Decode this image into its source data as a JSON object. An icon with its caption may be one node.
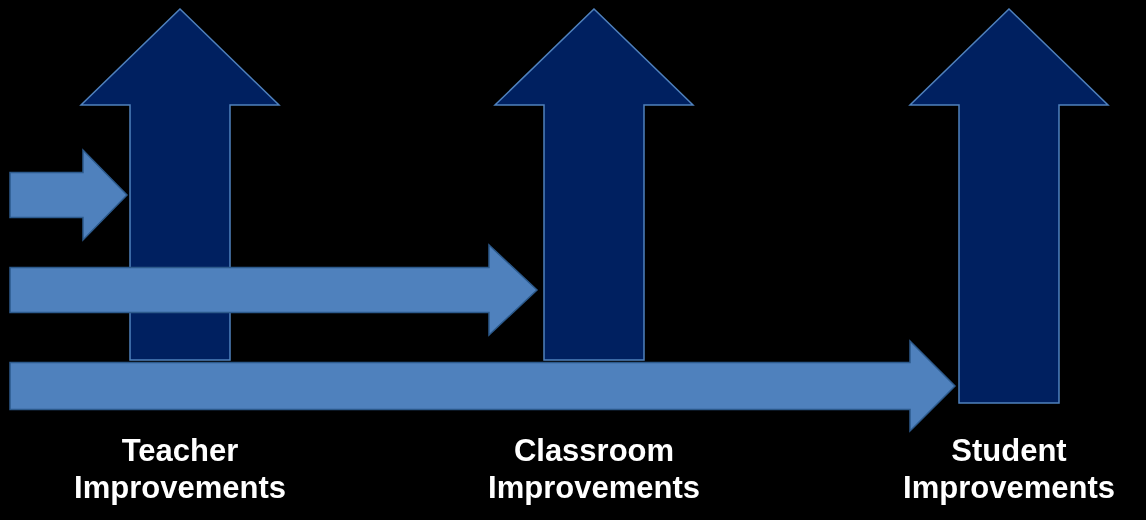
{
  "diagram": {
    "nodes": [
      {
        "text": [
          "Teacher Improvements"
        ]
      },
      {
        "text": [
          "Classroom Improvements"
        ]
      },
      {
        "text": [
          "Student Improvements"
        ]
      }
    ],
    "edges": [
      {
        "from": null,
        "to": 0,
        "arrow": "to"
      },
      {
        "from": null,
        "to": 1,
        "arrow": "to"
      },
      {
        "from": null,
        "to": 2,
        "arrow": "to"
      }
    ]
  }
}
